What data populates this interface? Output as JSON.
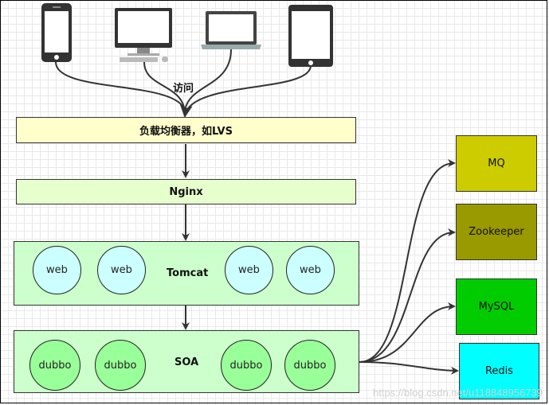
{
  "edge_label": "访问",
  "load_balancer": "负载均衡器，如LVS",
  "nginx": "Nginx",
  "tomcat": {
    "label": "Tomcat",
    "nodes": [
      "web",
      "web",
      "web",
      "web"
    ]
  },
  "soa": {
    "label": "SOA",
    "nodes": [
      "dubbo",
      "dubbo",
      "dubbo",
      "dubbo"
    ]
  },
  "services": [
    {
      "name": "MQ",
      "color": "#cccc00"
    },
    {
      "name": "Zookeeper",
      "color": "#999900"
    },
    {
      "name": "MySQL",
      "color": "#00cc00"
    },
    {
      "name": "Redis",
      "color": "#00ffff"
    }
  ],
  "clients": [
    "phone-icon",
    "desktop-icon",
    "laptop-icon",
    "tablet-icon"
  ],
  "watermark": "https://blog.csdn.net/u118848956739"
}
